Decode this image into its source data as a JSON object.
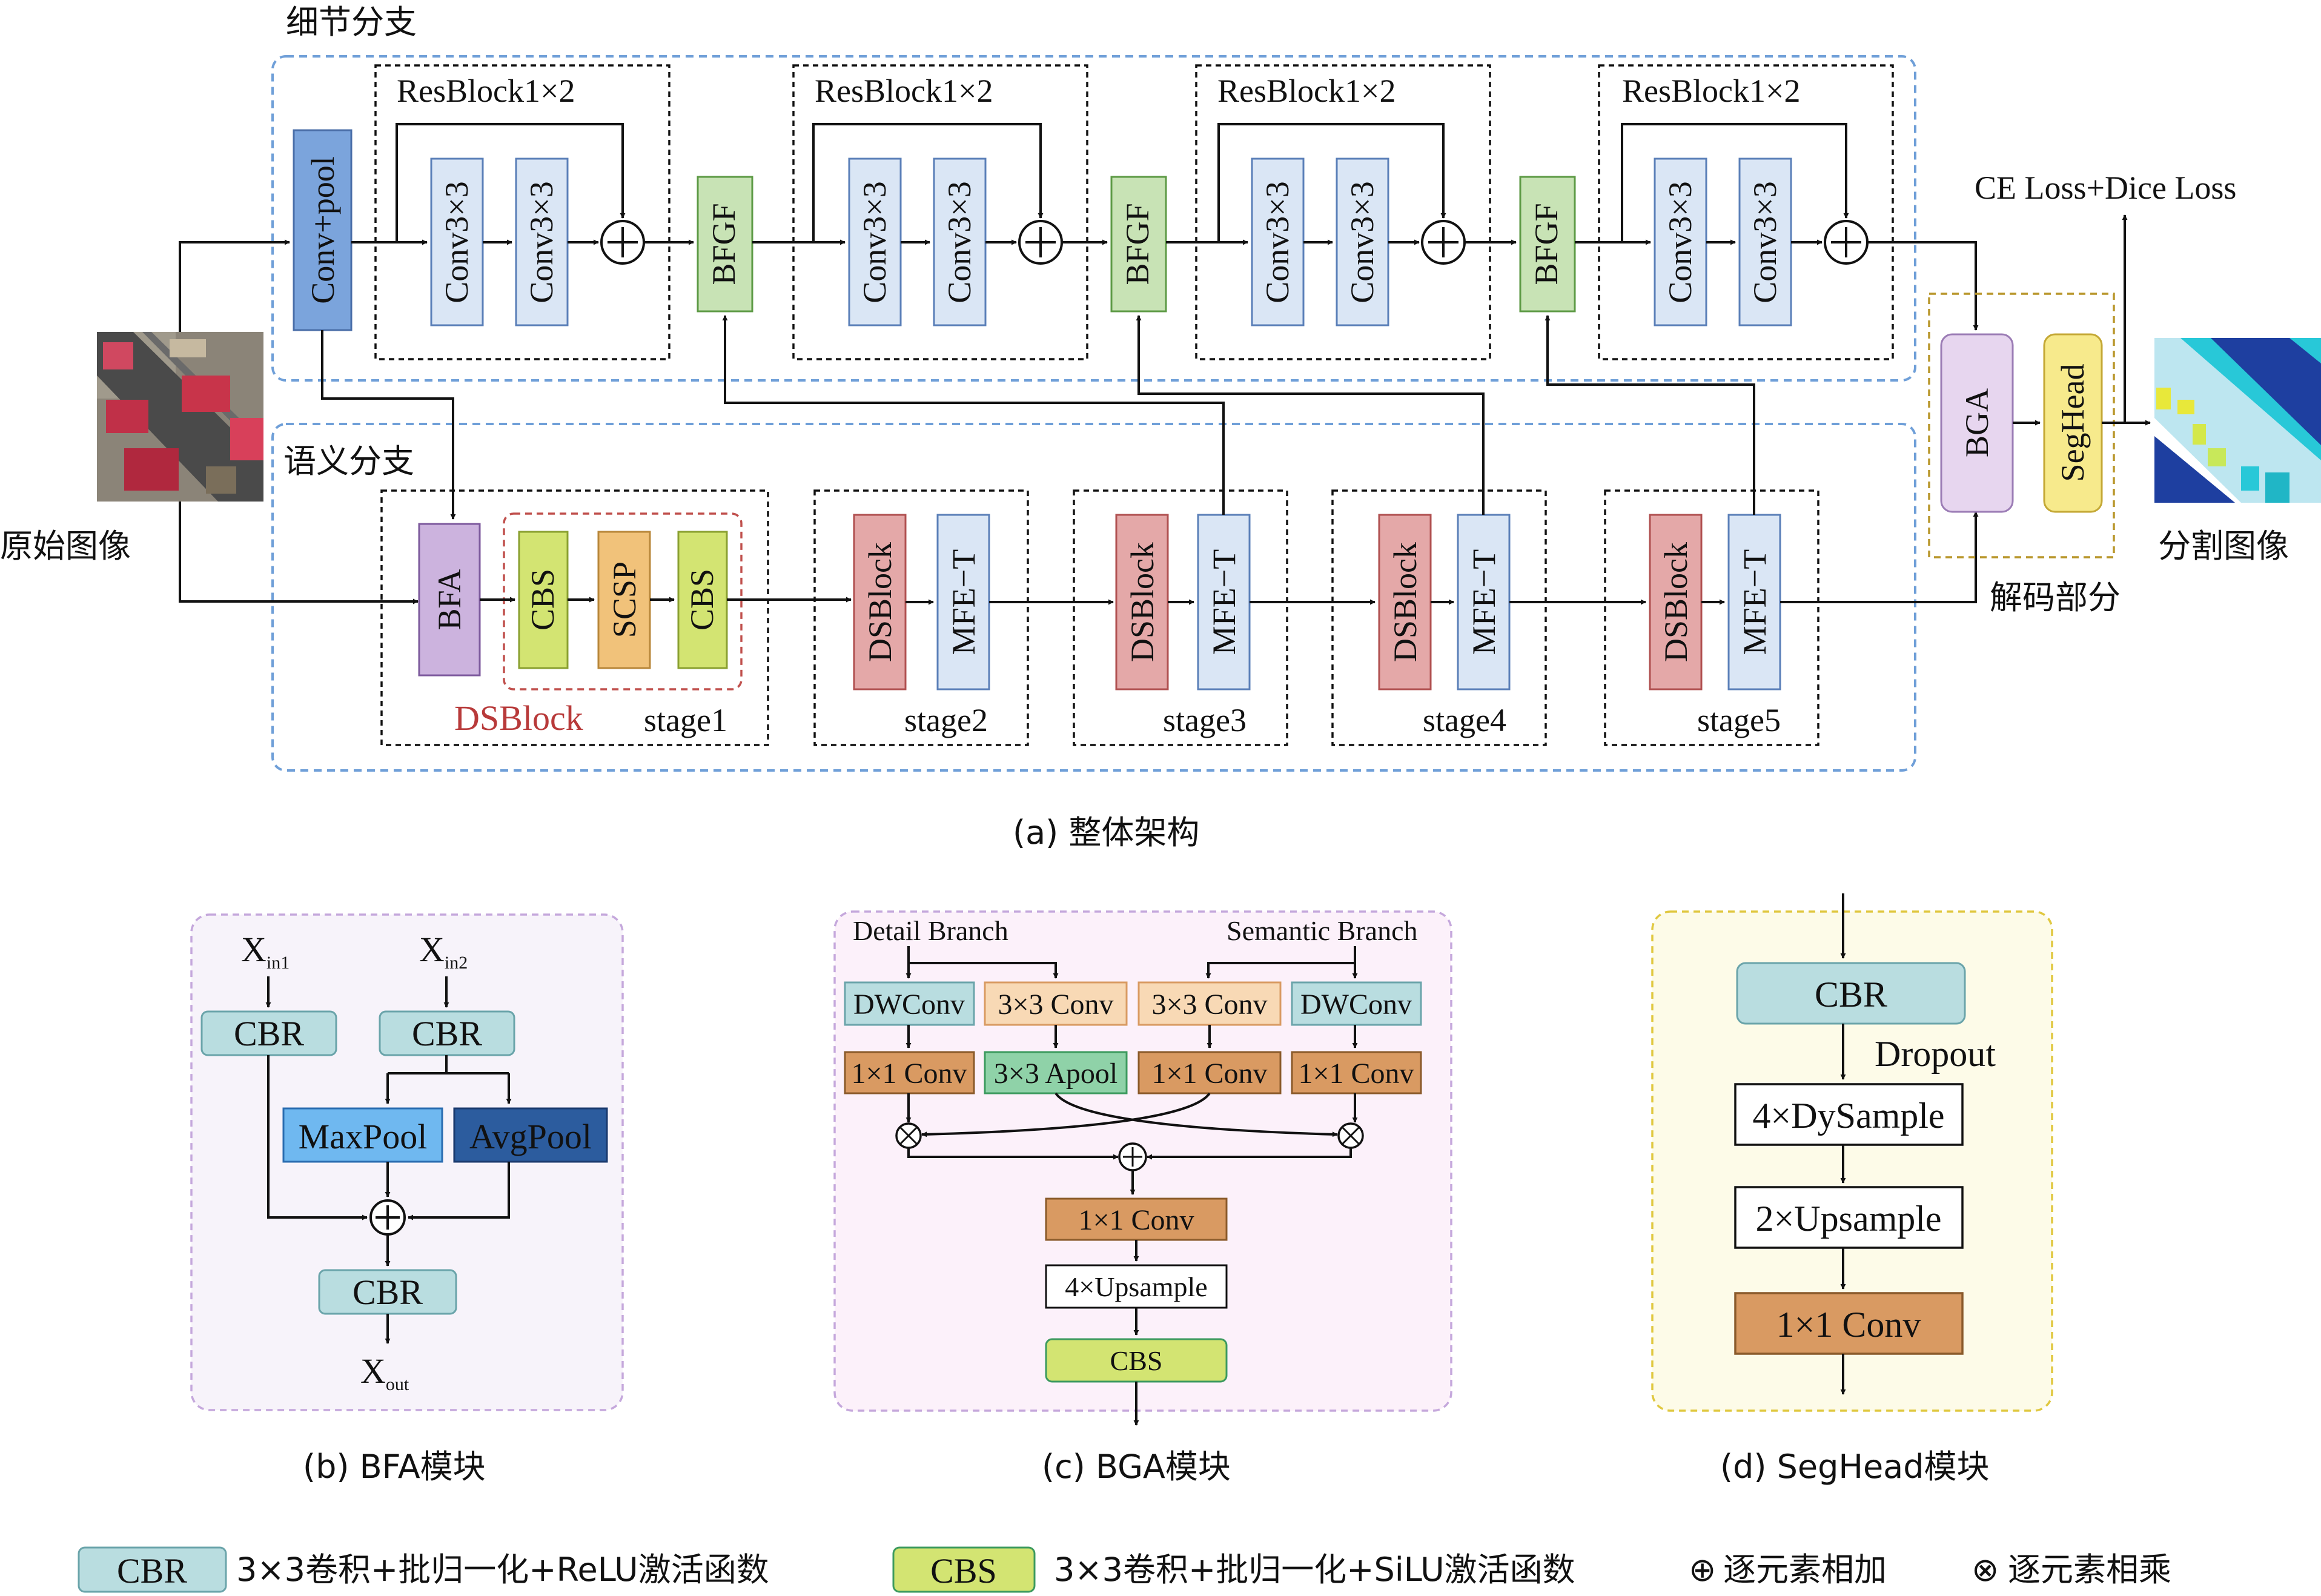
{
  "colors": {
    "conv_blue": "#dae6f5",
    "conv_blue_stroke": "#5a7fb8",
    "convpool": "#7ba4dc",
    "bfgf_green": "#c8e3b5",
    "bfa_purple": "#ccb3de",
    "bga_purple": "#e7d6ef",
    "cbs_yellow": "#d3e472",
    "scsp_orange": "#f1c27a",
    "dsblock_red": "#e4a8a8",
    "cbr_teal": "#b9dde0",
    "conv_brown": "#d99a62",
    "apool_green": "#8fd2a8",
    "maxpool_blue": "#6fb8f0",
    "avgpool_blue": "#2c5c9e",
    "seghead_yellow": "#f7ea8c",
    "branch_dash": "#6f9fd8",
    "red_dash": "#c0504d",
    "bfa_bg": "#f7f3fa",
    "bga_bg": "#fcf1fa",
    "seghead_bg": "#fdfbe8"
  },
  "panel_a": {
    "detail_branch_label": "细节分支",
    "semantic_branch_label": "语义分支",
    "input_label": "原始图像",
    "output_label": "分割图像",
    "decoder_label": "解码部分",
    "loss_label": "CE Loss+Dice Loss",
    "conv_pool": "Conv+pool",
    "resblock_label": "ResBlock1×2",
    "conv3x3": "Conv3×3",
    "bfgf": "BFGF",
    "bfa": "BFA",
    "cbs": "CBS",
    "scsp": "SCSP",
    "dsblock_caption": "DSBlock",
    "dsblock": "DSBlock",
    "mfe_t": "MFE−T",
    "stages": [
      "stage1",
      "stage2",
      "stage3",
      "stage4",
      "stage5"
    ],
    "bga": "BGA",
    "seghead": "SegHead",
    "plus": "+",
    "caption": "(a) 整体架构"
  },
  "panel_b": {
    "x_in1_main": "X",
    "x_in1_sub": "in1",
    "x_in2_main": "X",
    "x_in2_sub": "in2",
    "cbr": "CBR",
    "maxpool": "MaxPool",
    "avgpool": "AvgPool",
    "x_out_main": "X",
    "x_out_sub": "out",
    "caption": "(b) BFA模块"
  },
  "panel_c": {
    "detail_branch": "Detail Branch",
    "semantic_branch": "Semantic Branch",
    "dwconv": "DWConv",
    "conv3x3": "3×3 Conv",
    "conv1x1": "1×1 Conv",
    "apool": "3×3 Apool",
    "upsample": "4×Upsample",
    "cbs": "CBS",
    "caption": "(c) BGA模块"
  },
  "panel_d": {
    "cbr": "CBR",
    "dropout": "Dropout",
    "dysample": "4×DySample",
    "upsample": "2×Upsample",
    "conv1x1": "1×1 Conv",
    "caption": "(d) SegHead模块"
  },
  "legend": {
    "cbr": "CBR",
    "cbr_desc": "3×3卷积+批归一化+ReLU激活函数",
    "cbs": "CBS",
    "cbs_desc": "3×3卷积+批归一化+SiLU激活函数",
    "add_symbol": "⊕",
    "add_desc": "逐元素相加",
    "mul_symbol": "⊗",
    "mul_desc": "逐元素相乘"
  }
}
